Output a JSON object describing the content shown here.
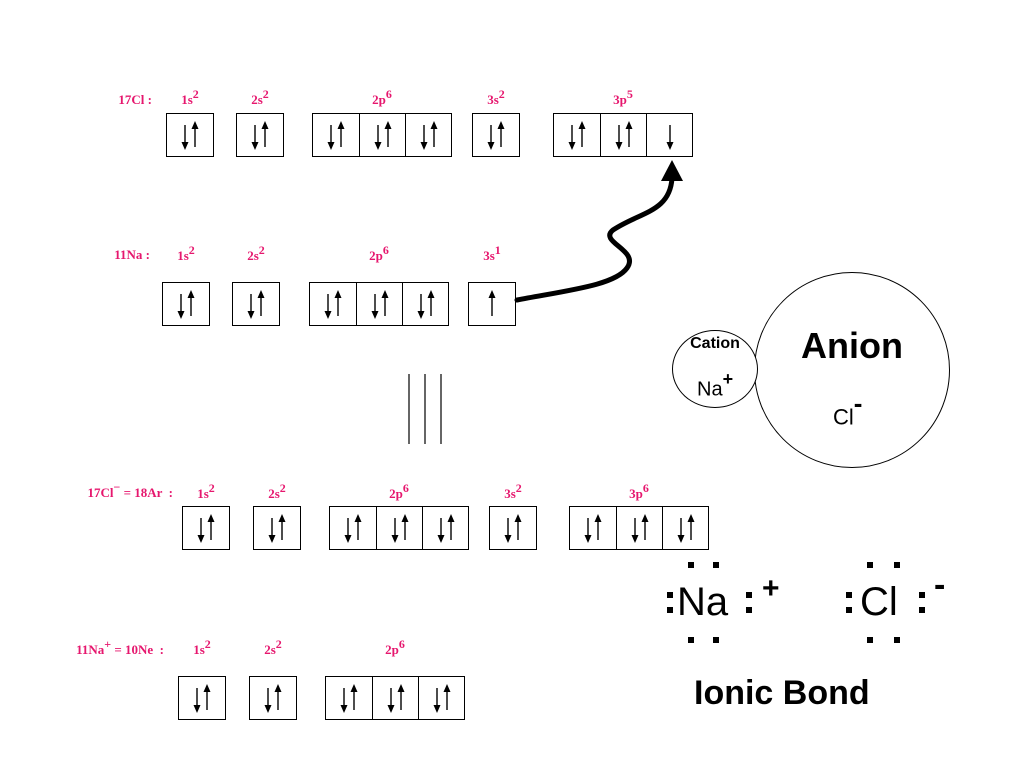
{
  "rows": [
    {
      "id": "cl",
      "label_main": "17Cl",
      "label_sup": "",
      "label_tail": " :",
      "orbitals": [
        {
          "name": "1s",
          "sup": "2",
          "boxes": [
            "ud"
          ]
        },
        {
          "name": "2s",
          "sup": "2",
          "boxes": [
            "ud"
          ]
        },
        {
          "name": "2p",
          "sup": "6",
          "boxes": [
            "ud",
            "ud",
            "ud"
          ]
        },
        {
          "name": "3s",
          "sup": "2",
          "boxes": [
            "ud"
          ]
        },
        {
          "name": "3p",
          "sup": "5",
          "boxes": [
            "ud",
            "ud",
            "d"
          ]
        }
      ]
    },
    {
      "id": "na",
      "label_main": "11Na",
      "label_sup": "",
      "label_tail": " :",
      "orbitals": [
        {
          "name": "1s",
          "sup": "2",
          "boxes": [
            "ud"
          ]
        },
        {
          "name": "2s",
          "sup": "2",
          "boxes": [
            "ud"
          ]
        },
        {
          "name": "2p",
          "sup": "6",
          "boxes": [
            "ud",
            "ud",
            "ud"
          ]
        },
        {
          "name": "3s",
          "sup": "1",
          "boxes": [
            "u"
          ]
        }
      ]
    },
    {
      "id": "cl-ion",
      "label_main": "17Cl",
      "label_sup": "−",
      "label_tail": " = 18Ar  :",
      "orbitals": [
        {
          "name": "1s",
          "sup": "2",
          "boxes": [
            "ud"
          ]
        },
        {
          "name": "2s",
          "sup": "2",
          "boxes": [
            "ud"
          ]
        },
        {
          "name": "2p",
          "sup": "6",
          "boxes": [
            "ud",
            "ud",
            "ud"
          ]
        },
        {
          "name": "3s",
          "sup": "2",
          "boxes": [
            "ud"
          ]
        },
        {
          "name": "3p",
          "sup": "6",
          "boxes": [
            "ud",
            "ud",
            "ud"
          ]
        }
      ]
    },
    {
      "id": "na-ion",
      "label_main": "11Na",
      "label_sup": "+",
      "label_tail": " = 10Ne  :",
      "orbitals": [
        {
          "name": "1s",
          "sup": "2",
          "boxes": [
            "ud"
          ]
        },
        {
          "name": "2s",
          "sup": "2",
          "boxes": [
            "ud"
          ]
        },
        {
          "name": "2p",
          "sup": "6",
          "boxes": [
            "ud",
            "ud",
            "ud"
          ]
        }
      ]
    }
  ],
  "cation": {
    "title": "Cation",
    "symbol": "Na",
    "charge": "+"
  },
  "anion": {
    "title": "Anion",
    "symbol": "Cl",
    "charge": "-"
  },
  "lewis": {
    "na_symbol": "Na",
    "na_charge": "+",
    "cl_symbol": "Cl",
    "cl_charge": "-"
  },
  "title": "Ionic Bond",
  "colors": {
    "label": "#e6176e",
    "line": "#000000"
  }
}
